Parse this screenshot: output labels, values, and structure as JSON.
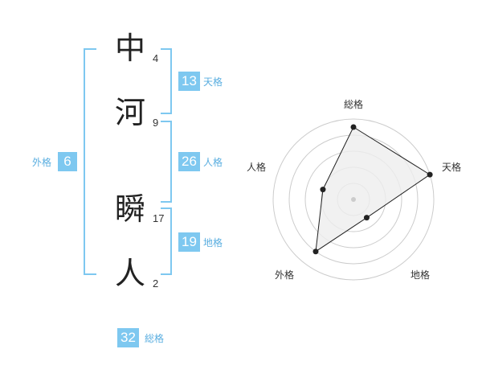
{
  "name": {
    "chars": [
      {
        "char": "中",
        "strokes": "4"
      },
      {
        "char": "河",
        "strokes": "9"
      },
      {
        "char": "瞬",
        "strokes": "17"
      },
      {
        "char": "人",
        "strokes": "2"
      }
    ]
  },
  "fortunes": {
    "tenkaku": {
      "value": "13",
      "label": "天格"
    },
    "jinkaku": {
      "value": "26",
      "label": "人格"
    },
    "chikaku": {
      "value": "19",
      "label": "地格"
    },
    "gaikaku": {
      "value": "6",
      "label": "外格"
    },
    "soukaku": {
      "value": "32",
      "label": "総格"
    }
  },
  "chart_data": {
    "type": "radar",
    "axes": [
      "総格",
      "天格",
      "地格",
      "外格",
      "人格"
    ],
    "scale_max": 5,
    "rings": 5,
    "values": [
      4.5,
      5.0,
      1.4,
      4.0,
      2.0
    ],
    "fill_color": "#eeeeee",
    "line_color": "#222222"
  },
  "colors": {
    "accent": "#7ec8f0",
    "label": "#5aaee0"
  }
}
